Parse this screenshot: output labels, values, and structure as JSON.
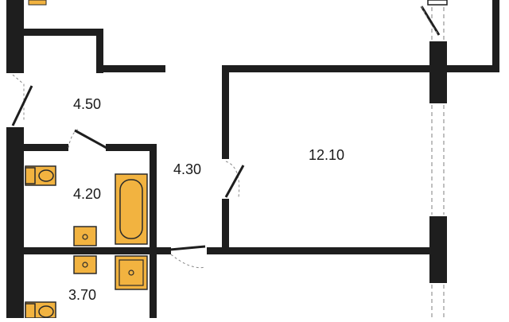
{
  "floorplan": {
    "rooms": [
      {
        "id": "hall",
        "area": "4.50"
      },
      {
        "id": "corridor",
        "area": "4.30"
      },
      {
        "id": "living-room",
        "area": "12.10"
      },
      {
        "id": "bathroom",
        "area": "4.20"
      },
      {
        "id": "toilet",
        "area": "3.70"
      }
    ],
    "colors": {
      "wall": "#1e1e1e",
      "fixture": "#f2b340",
      "fixture_outline": "#2a2a2a",
      "door": "#1e1e1e",
      "swing": "#888888",
      "window_frame": "#aaaaaa"
    }
  }
}
